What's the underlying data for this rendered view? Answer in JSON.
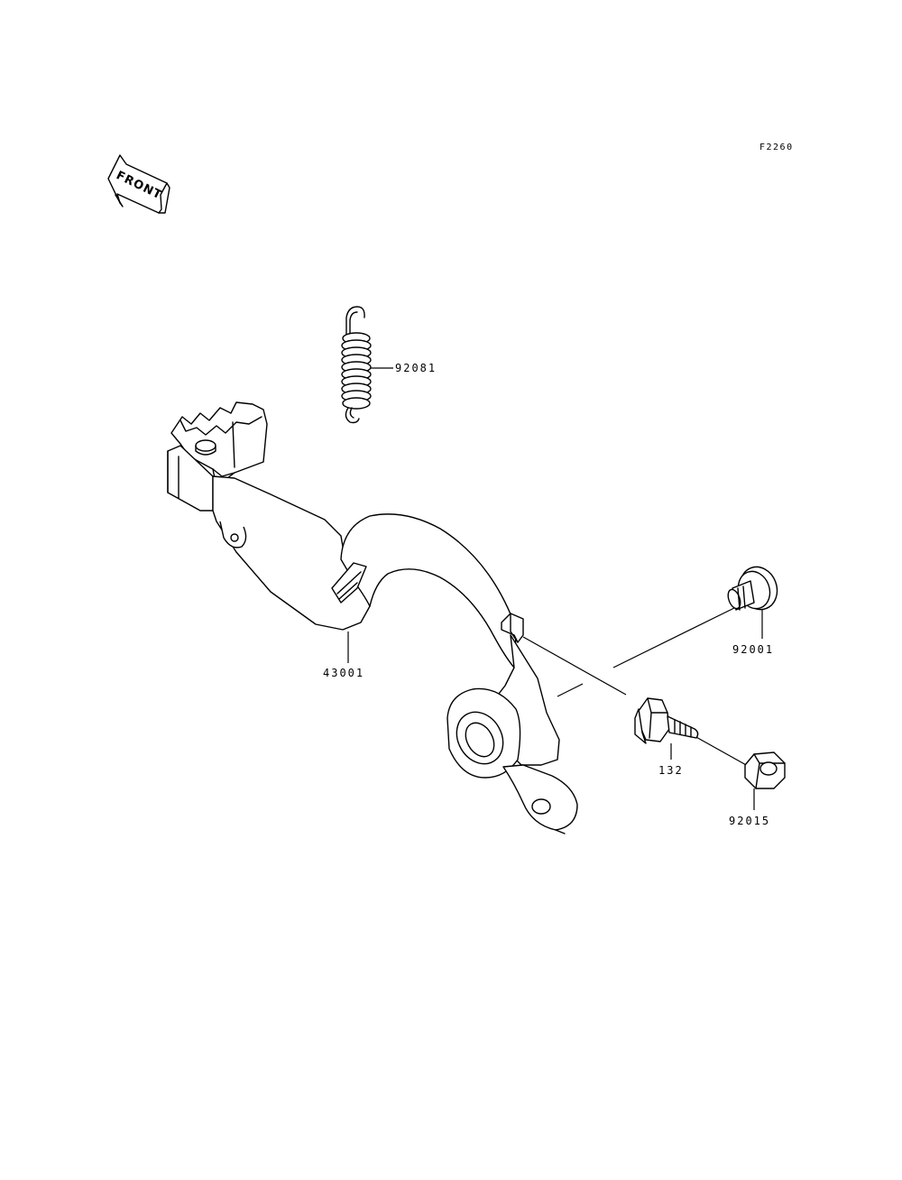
{
  "figure_id": "F2260",
  "front_label": "FRONT",
  "parts": [
    {
      "number": "92081",
      "name": "spring"
    },
    {
      "number": "43001",
      "name": "brake-pedal"
    },
    {
      "number": "92001",
      "name": "bolt"
    },
    {
      "number": "132",
      "name": "flanged-bolt"
    },
    {
      "number": "92015",
      "name": "nut"
    }
  ]
}
